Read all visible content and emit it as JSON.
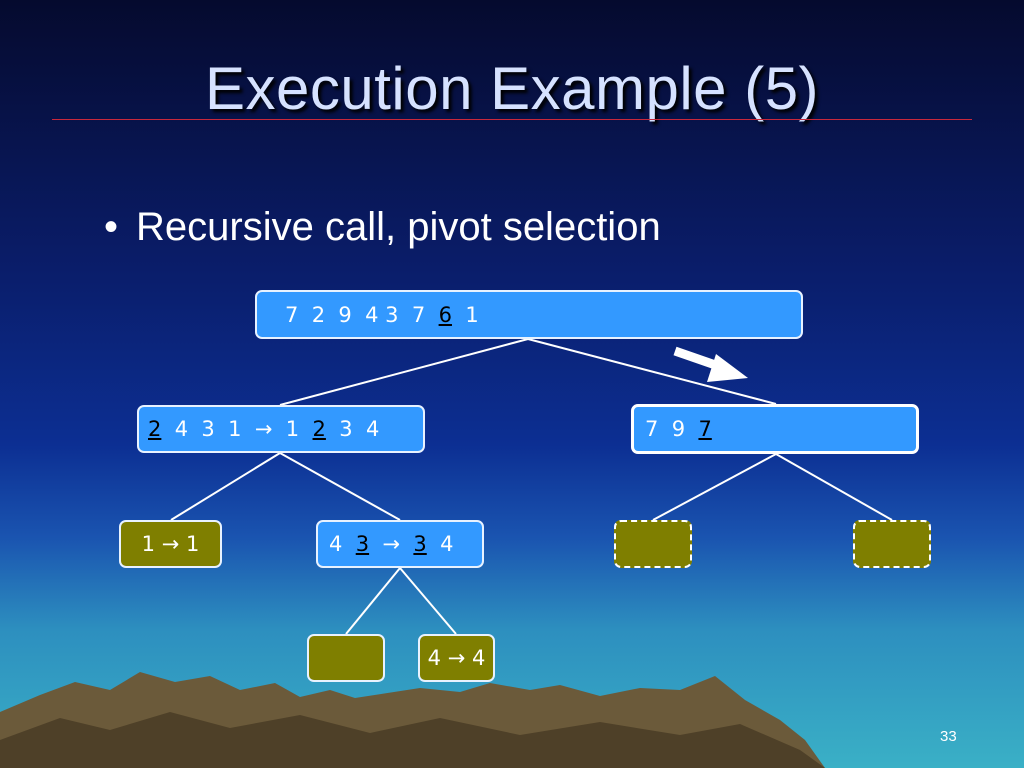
{
  "slide": {
    "title": "Execution Example (5)",
    "bullet": "Recursive call, pivot selection",
    "bullet_marker": "•",
    "page_number": "33"
  },
  "tree": {
    "root": {
      "pre": "7  2  9  4 3  7  ",
      "pivot": "6",
      "post": "  1"
    },
    "left": {
      "pivot_a": "2",
      "mid": "  4  3  1  →  1  ",
      "pivot_b": "2",
      "post": "  3  4"
    },
    "right": {
      "pre": "7  9  ",
      "pivot": "7"
    },
    "left_left": {
      "text": "1 → 1"
    },
    "left_right": {
      "pre": "4  ",
      "pivot_a": "3",
      "mid": "  →  ",
      "pivot_b": "3",
      "post": "  4"
    },
    "lrl": {
      "text": ""
    },
    "lrr": {
      "text": "4 → 4"
    }
  },
  "colors": {
    "node_blue": "#3399ff",
    "node_olive": "#7f7f00",
    "edge": "#ffffff",
    "mountain": "#6b5a3a"
  }
}
